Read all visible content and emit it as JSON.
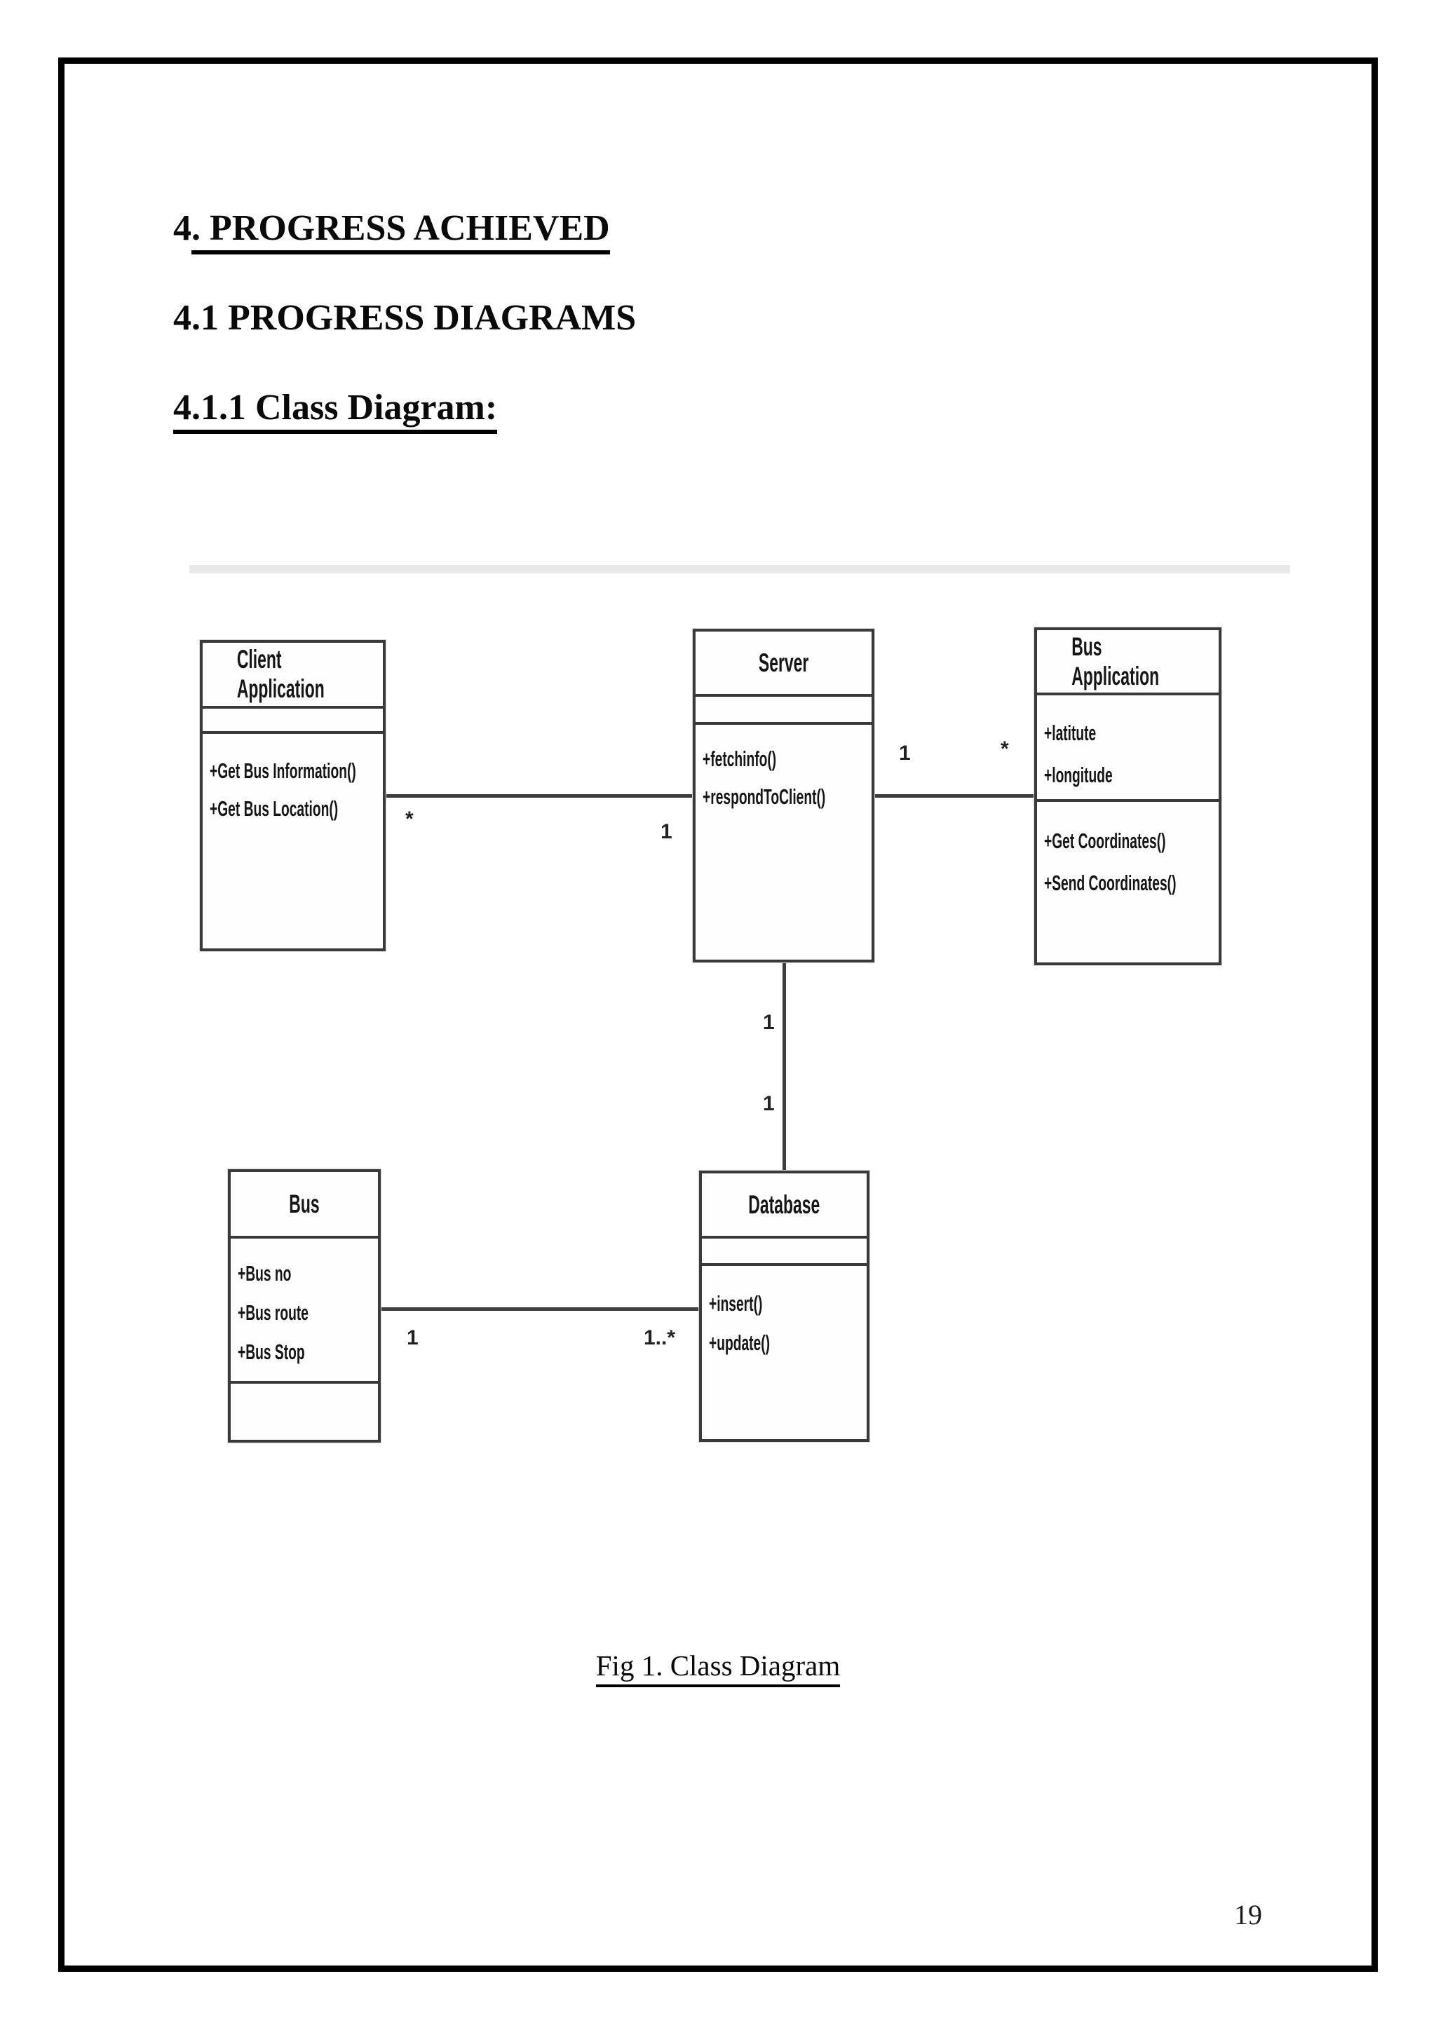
{
  "page": {
    "h1_prefix": "4",
    "h1_underline": ". PROGRESS ACHIEVED",
    "h2": "4.1 PROGRESS DIAGRAMS",
    "h3": "4.1.1 Class Diagram:",
    "caption": "Fig 1. Class Diagram",
    "page_number": "19"
  },
  "diagram": {
    "classes": {
      "client": {
        "title": "Client Application",
        "attributes": [],
        "methods": [
          "+Get Bus Information()",
          "+Get Bus Location()"
        ]
      },
      "server": {
        "title": "Server",
        "attributes": [],
        "methods": [
          "+fetchinfo()",
          "+respondToClient()"
        ]
      },
      "bus_app": {
        "title": "Bus Application",
        "attributes": [
          "+latitute",
          "+longitude"
        ],
        "methods": [
          "+Get Coordinates()",
          "+Send Coordinates()"
        ]
      },
      "bus": {
        "title": "Bus",
        "attributes": [
          "+Bus no",
          "+Bus route",
          "+Bus Stop"
        ],
        "methods": []
      },
      "database": {
        "title": "Database",
        "attributes": [],
        "methods": [
          "+insert()",
          "+update()"
        ]
      }
    },
    "multiplicities": {
      "client_end": "*",
      "server_left_end": "1",
      "server_right_end": "1",
      "busapp_end": "*",
      "server_db_upper": "1",
      "server_db_lower": "1",
      "bus_end": "1",
      "db_end": "1..*"
    },
    "colors": {
      "line": "#3d3d3d",
      "frame": "#000000",
      "scan_band": "#e9e9e9"
    }
  }
}
